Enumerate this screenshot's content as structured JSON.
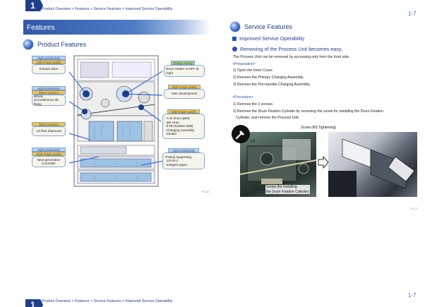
{
  "header": {
    "chapter": "1",
    "breadcrumb": [
      "Product Overview",
      "Features",
      "Service Features",
      "Improved Service Operability"
    ],
    "separator": ">",
    "page_number": "1-7"
  },
  "footer": {
    "chapter": "1",
    "breadcrumb": [
      "Product Overview",
      "Features",
      "Service Features",
      "Improved Service Operability"
    ],
    "separator": ">",
    "page_number": "1-7"
  },
  "left": {
    "section_title": "Features",
    "subtitle": "Product Features",
    "figure_label": "F-1-6",
    "callouts": {
      "beam": {
        "tags": [
          "High productivity",
          "High image quality"
        ],
        "text": "8-beam laser"
      },
      "circum": {
        "tags": [
          "High productivity",
          "Silent machine"
        ],
        "text": "Whole circumference lift fixing"
      },
      "airflow": {
        "tags": [
          "Silent machine"
        ],
        "text": "Air flow improved"
      },
      "nextgen": {
        "tags": [
          "High productivity",
          "High image quality"
        ],
        "text": "Next generation Controller"
      },
      "energy": {
        "tags": [
          "Energy saving"
        ],
        "text": "Drum Heater is OFF at night"
      },
      "twin": {
        "tags": [
          "High image quality"
        ],
        "text": "Twin development"
      },
      "drum": {
        "tags": [
          "High image quality"
        ],
        "lines": [
          "- A-Si drum (φ84)",
          "- φD toner",
          "- ETB (Rubber Belt)",
          "- Charging Assembly",
          "  Shutter"
        ]
      },
      "pickup": {
        "tags": [
          "High productivity"
        ],
        "lines": [
          "-Pickup supporting",
          "  13×19.2",
          "- 220gsm paper"
        ]
      }
    }
  },
  "right": {
    "subtitle": "Service Features",
    "section_heading": "Improved Service Operability",
    "bullet_heading": "Removing of the Process Unit becomes easy.",
    "intro": "The Process Unit can be removed by accessing only from the front side.",
    "preparation_tag": "<Preparation>",
    "preparation_steps": [
      "1) Open the Inner Cover.",
      "2) Remove the Primary Charging Assembly.",
      "3) Remove the Pre-transfer Charging Assembly."
    ],
    "procedure_tag": "<Procedure>",
    "procedure_steps": [
      "1) Remove the 2 screws.",
      "2) Remove the Drum Fixation Cylinder by removing the screw for installing the Drum Fixation",
      "   Cylinder, and remove the Process Unit."
    ],
    "tool_count": "x3",
    "caption_screw": "Screw (RS Tightening)",
    "caption_install": [
      "Screw (for installing",
      "the Drum Fixation Cylinder)"
    ],
    "figure_label": "F-1-7"
  },
  "colors": {
    "accent": "#1e3f8a",
    "banner": "#3359a8",
    "tag_blue": "#bcd6f0",
    "tag_yellow": "#f6c646",
    "tag_green": "#a9d58e"
  }
}
